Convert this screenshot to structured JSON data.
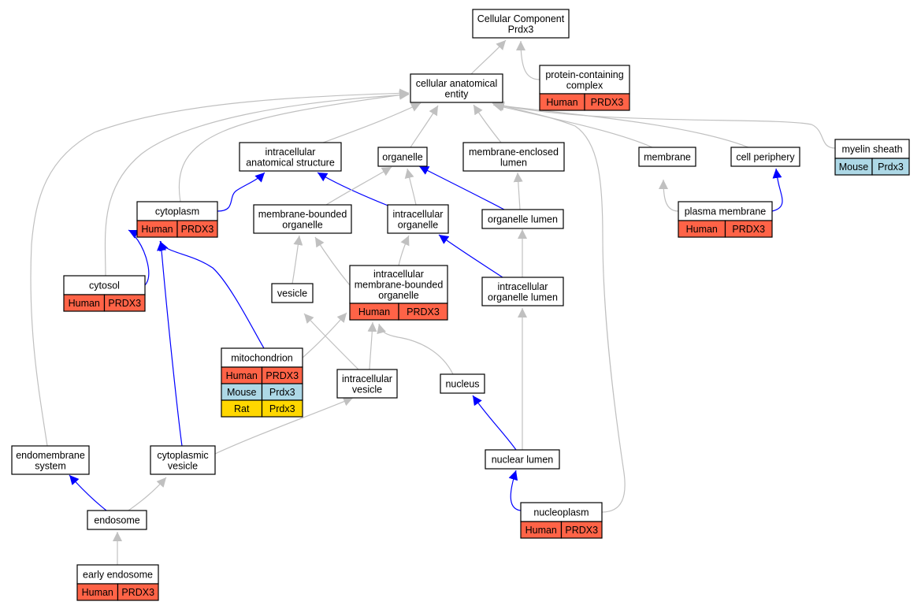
{
  "colors": {
    "Human": "#ff6347",
    "Mouse": "#add8e6",
    "Rat": "#ffd700",
    "edge_is_a": "#c0c0c0",
    "edge_part_of": "#0000ff"
  },
  "nodes": [
    {
      "id": "root",
      "lines": [
        "Cellular Component",
        "Prdx3"
      ],
      "annotations": []
    },
    {
      "id": "protein-containing-complex",
      "lines": [
        "protein-containing",
        "complex"
      ],
      "annotations": [
        {
          "species": "Human",
          "gene": "PRDX3"
        }
      ]
    },
    {
      "id": "cellular-anatomical-entity",
      "lines": [
        "cellular anatomical",
        "entity"
      ],
      "annotations": []
    },
    {
      "id": "intracellular-anatomical-structure",
      "lines": [
        "intracellular",
        "anatomical structure"
      ],
      "annotations": []
    },
    {
      "id": "organelle",
      "lines": [
        "organelle"
      ],
      "annotations": []
    },
    {
      "id": "membrane-enclosed-lumen",
      "lines": [
        "membrane-enclosed",
        "lumen"
      ],
      "annotations": []
    },
    {
      "id": "membrane",
      "lines": [
        "membrane"
      ],
      "annotations": []
    },
    {
      "id": "cell-periphery",
      "lines": [
        "cell periphery"
      ],
      "annotations": []
    },
    {
      "id": "myelin-sheath",
      "lines": [
        "myelin sheath"
      ],
      "annotations": [
        {
          "species": "Mouse",
          "gene": "Prdx3"
        }
      ]
    },
    {
      "id": "cytoplasm",
      "lines": [
        "cytoplasm"
      ],
      "annotations": [
        {
          "species": "Human",
          "gene": "PRDX3"
        }
      ]
    },
    {
      "id": "membrane-bounded-organelle",
      "lines": [
        "membrane-bounded",
        "organelle"
      ],
      "annotations": []
    },
    {
      "id": "intracellular-organelle",
      "lines": [
        "intracellular",
        "organelle"
      ],
      "annotations": []
    },
    {
      "id": "organelle-lumen",
      "lines": [
        "organelle lumen"
      ],
      "annotations": []
    },
    {
      "id": "plasma-membrane",
      "lines": [
        "plasma membrane"
      ],
      "annotations": [
        {
          "species": "Human",
          "gene": "PRDX3"
        }
      ]
    },
    {
      "id": "cytosol",
      "lines": [
        "cytosol"
      ],
      "annotations": [
        {
          "species": "Human",
          "gene": "PRDX3"
        }
      ]
    },
    {
      "id": "vesicle",
      "lines": [
        "vesicle"
      ],
      "annotations": []
    },
    {
      "id": "intracellular-membrane-bounded-organelle",
      "lines": [
        "intracellular",
        "membrane-bounded",
        "organelle"
      ],
      "annotations": [
        {
          "species": "Human",
          "gene": "PRDX3"
        }
      ]
    },
    {
      "id": "intracellular-organelle-lumen",
      "lines": [
        "intracellular",
        "organelle lumen"
      ],
      "annotations": []
    },
    {
      "id": "mitochondrion",
      "lines": [
        "mitochondrion"
      ],
      "annotations": [
        {
          "species": "Human",
          "gene": "PRDX3"
        },
        {
          "species": "Mouse",
          "gene": "Prdx3"
        },
        {
          "species": "Rat",
          "gene": "Prdx3"
        }
      ]
    },
    {
      "id": "intracellular-vesicle",
      "lines": [
        "intracellular",
        "vesicle"
      ],
      "annotations": []
    },
    {
      "id": "nucleus",
      "lines": [
        "nucleus"
      ],
      "annotations": []
    },
    {
      "id": "endomembrane-system",
      "lines": [
        "endomembrane",
        "system"
      ],
      "annotations": []
    },
    {
      "id": "cytoplasmic-vesicle",
      "lines": [
        "cytoplasmic",
        "vesicle"
      ],
      "annotations": []
    },
    {
      "id": "nuclear-lumen",
      "lines": [
        "nuclear lumen"
      ],
      "annotations": []
    },
    {
      "id": "endosome",
      "lines": [
        "endosome"
      ],
      "annotations": []
    },
    {
      "id": "nucleoplasm",
      "lines": [
        "nucleoplasm"
      ],
      "annotations": [
        {
          "species": "Human",
          "gene": "PRDX3"
        }
      ]
    },
    {
      "id": "early-endosome",
      "lines": [
        "early endosome"
      ],
      "annotations": [
        {
          "species": "Human",
          "gene": "PRDX3"
        }
      ]
    }
  ],
  "edges": [
    {
      "from": "protein-containing-complex",
      "to": "root",
      "type": "is_a"
    },
    {
      "from": "cellular-anatomical-entity",
      "to": "root",
      "type": "is_a"
    },
    {
      "from": "intracellular-anatomical-structure",
      "to": "cellular-anatomical-entity",
      "type": "is_a"
    },
    {
      "from": "organelle",
      "to": "cellular-anatomical-entity",
      "type": "is_a"
    },
    {
      "from": "membrane-enclosed-lumen",
      "to": "cellular-anatomical-entity",
      "type": "is_a"
    },
    {
      "from": "membrane",
      "to": "cellular-anatomical-entity",
      "type": "is_a"
    },
    {
      "from": "cell-periphery",
      "to": "cellular-anatomical-entity",
      "type": "is_a"
    },
    {
      "from": "myelin-sheath",
      "to": "cellular-anatomical-entity",
      "type": "is_a"
    },
    {
      "from": "cytoplasm",
      "to": "cellular-anatomical-entity",
      "type": "is_a"
    },
    {
      "from": "cytosol",
      "to": "cellular-anatomical-entity",
      "type": "is_a"
    },
    {
      "from": "endomembrane-system",
      "to": "cellular-anatomical-entity",
      "type": "is_a"
    },
    {
      "from": "nucleoplasm",
      "to": "cellular-anatomical-entity",
      "type": "is_a"
    },
    {
      "from": "cytoplasm",
      "to": "intracellular-anatomical-structure",
      "type": "part_of"
    },
    {
      "from": "intracellular-organelle",
      "to": "intracellular-anatomical-structure",
      "type": "part_of"
    },
    {
      "from": "membrane-bounded-organelle",
      "to": "organelle",
      "type": "is_a"
    },
    {
      "from": "intracellular-organelle",
      "to": "organelle",
      "type": "is_a"
    },
    {
      "from": "organelle-lumen",
      "to": "organelle",
      "type": "part_of"
    },
    {
      "from": "organelle-lumen",
      "to": "membrane-enclosed-lumen",
      "type": "is_a"
    },
    {
      "from": "plasma-membrane",
      "to": "membrane",
      "type": "is_a"
    },
    {
      "from": "plasma-membrane",
      "to": "cell-periphery",
      "type": "part_of"
    },
    {
      "from": "cytosol",
      "to": "cytoplasm",
      "type": "part_of"
    },
    {
      "from": "mitochondrion",
      "to": "cytoplasm",
      "type": "part_of"
    },
    {
      "from": "cytoplasmic-vesicle",
      "to": "cytoplasm",
      "type": "part_of"
    },
    {
      "from": "vesicle",
      "to": "membrane-bounded-organelle",
      "type": "is_a"
    },
    {
      "from": "intracellular-membrane-bounded-organelle",
      "to": "membrane-bounded-organelle",
      "type": "is_a"
    },
    {
      "from": "intracellular-membrane-bounded-organelle",
      "to": "intracellular-organelle",
      "type": "is_a"
    },
    {
      "from": "intracellular-organelle-lumen",
      "to": "intracellular-organelle",
      "type": "part_of"
    },
    {
      "from": "intracellular-organelle-lumen",
      "to": "organelle-lumen",
      "type": "is_a"
    },
    {
      "from": "mitochondrion",
      "to": "intracellular-membrane-bounded-organelle",
      "type": "is_a"
    },
    {
      "from": "intracellular-vesicle",
      "to": "intracellular-membrane-bounded-organelle",
      "type": "is_a"
    },
    {
      "from": "nucleus",
      "to": "intracellular-membrane-bounded-organelle",
      "type": "is_a"
    },
    {
      "from": "intracellular-vesicle",
      "to": "vesicle",
      "type": "is_a"
    },
    {
      "from": "cytoplasmic-vesicle",
      "to": "intracellular-vesicle",
      "type": "is_a"
    },
    {
      "from": "nuclear-lumen",
      "to": "nucleus",
      "type": "part_of"
    },
    {
      "from": "nuclear-lumen",
      "to": "intracellular-organelle-lumen",
      "type": "is_a"
    },
    {
      "from": "nucleoplasm",
      "to": "nuclear-lumen",
      "type": "part_of"
    },
    {
      "from": "endosome",
      "to": "endomembrane-system",
      "type": "part_of"
    },
    {
      "from": "endosome",
      "to": "cytoplasmic-vesicle",
      "type": "is_a"
    },
    {
      "from": "early-endosome",
      "to": "endosome",
      "type": "is_a"
    }
  ]
}
